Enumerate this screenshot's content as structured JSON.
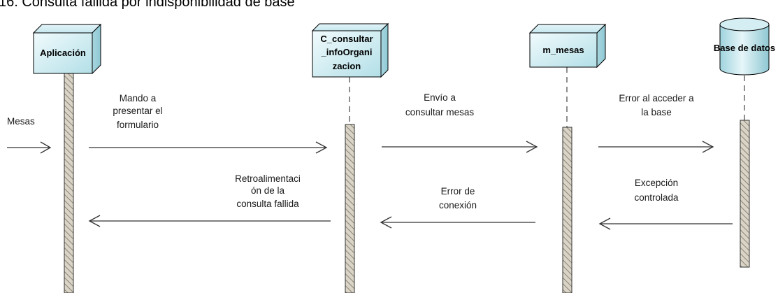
{
  "title": "16. Consulta fallida por indisponibilidad de base",
  "colors": {
    "box_fill_light": "#f1fbfd",
    "box_fill_dark": "#b3dfe7",
    "box_stroke": "#000000",
    "activation_fill": "#d9d4c7",
    "arrow": "#333333",
    "lifeline": "#444444"
  },
  "participants": [
    {
      "id": "app",
      "label": [
        "Aplicación"
      ],
      "kind": "node-box"
    },
    {
      "id": "ctrl",
      "label": [
        "C_consultar",
        "_infoOrgani",
        "zacion"
      ],
      "kind": "node-box"
    },
    {
      "id": "mesas",
      "label": [
        "m_mesas"
      ],
      "kind": "node-box"
    },
    {
      "id": "db",
      "label": [
        "Base de datos"
      ],
      "kind": "database"
    }
  ],
  "messages": [
    {
      "id": "msg-entry",
      "from": "external",
      "to": "app",
      "direction": "right",
      "label": [
        "Mesas"
      ]
    },
    {
      "id": "msg-1",
      "from": "app",
      "to": "ctrl",
      "direction": "right",
      "label": [
        "Mando a",
        "presentar el",
        "formulario"
      ]
    },
    {
      "id": "msg-2",
      "from": "ctrl",
      "to": "mesas",
      "direction": "right",
      "label": [
        "Envío a",
        "consultar mesas"
      ]
    },
    {
      "id": "msg-3",
      "from": "mesas",
      "to": "db",
      "direction": "right",
      "label": [
        "Error al acceder a",
        "la base"
      ]
    },
    {
      "id": "msg-4",
      "from": "db",
      "to": "mesas",
      "direction": "left",
      "label": [
        "Excepción",
        "controlada"
      ]
    },
    {
      "id": "msg-5",
      "from": "mesas",
      "to": "ctrl",
      "direction": "left",
      "label": [
        "Error de",
        "conexión"
      ]
    },
    {
      "id": "msg-6",
      "from": "ctrl",
      "to": "app",
      "direction": "left",
      "label": [
        "Retroalimentaci",
        "ón de la",
        "consulta fallida"
      ]
    }
  ]
}
